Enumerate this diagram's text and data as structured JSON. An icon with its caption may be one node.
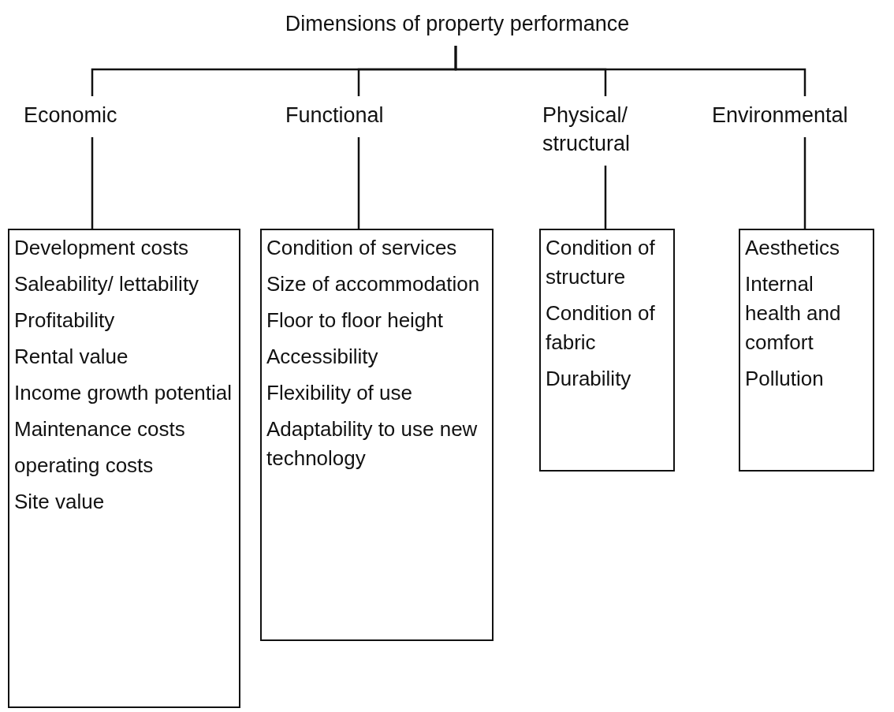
{
  "diagram": {
    "nodes": [
      {
        "text": [
          "Dimensions of property performance"
        ]
      },
      {
        "text": [
          "Economic"
        ]
      },
      {
        "text": [
          "Functional"
        ]
      },
      {
        "text": [
          "Physical/ structural"
        ]
      },
      {
        "text": [
          "Environmental"
        ]
      },
      {
        "text": [
          "Development costs",
          "Saleability/ lettability",
          "Profitability",
          "Rental value",
          "Income growth potential",
          "Maintenance costs",
          "operating costs",
          "Site value"
        ]
      },
      {
        "text": [
          "Condition of services",
          "Size of accommodation",
          "Floor to floor height",
          "Accessibility",
          "Flexibility of use",
          "Adaptability to use new technology"
        ]
      },
      {
        "text": [
          "Condition of structure",
          "Condition of fabric",
          "Durability"
        ]
      },
      {
        "text": [
          "Aesthetics",
          "Internal health and comfort",
          "Pollution"
        ]
      }
    ],
    "edges": [
      {
        "from": 0,
        "to": 1,
        "arrow": "none"
      },
      {
        "from": 0,
        "to": 2,
        "arrow": "none"
      },
      {
        "from": 0,
        "to": 3,
        "arrow": "none"
      },
      {
        "from": 0,
        "to": 4,
        "arrow": "none"
      },
      {
        "from": 1,
        "to": 5,
        "arrow": "none"
      },
      {
        "from": 2,
        "to": 6,
        "arrow": "none"
      },
      {
        "from": 3,
        "to": 7,
        "arrow": "none"
      },
      {
        "from": 4,
        "to": 8,
        "arrow": "none"
      }
    ]
  }
}
